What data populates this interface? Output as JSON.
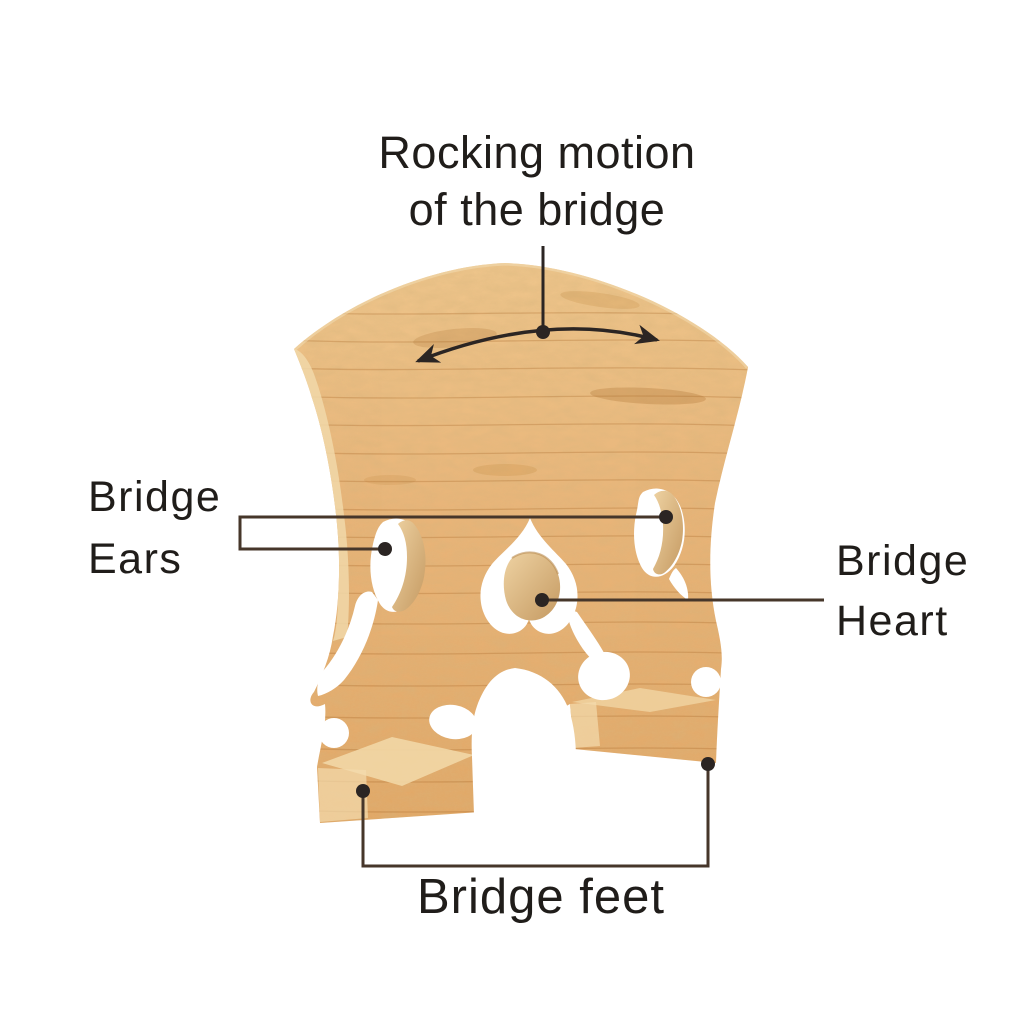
{
  "diagram": {
    "title": {
      "line1": "Rocking motion",
      "line2": "of the bridge"
    },
    "labels": {
      "ears": {
        "line1": "Bridge",
        "line2": "Ears"
      },
      "heart": {
        "line1": "Bridge",
        "line2": "Heart"
      },
      "feet": {
        "line1": "Bridge feet"
      }
    },
    "colors": {
      "wood": "#e9b478",
      "wood_light": "#f3d9ab",
      "wood_dark": "#c08040",
      "line": "#46362a",
      "marker": "#2b2523",
      "text": "#201d1a",
      "background": "#ffffff"
    }
  }
}
